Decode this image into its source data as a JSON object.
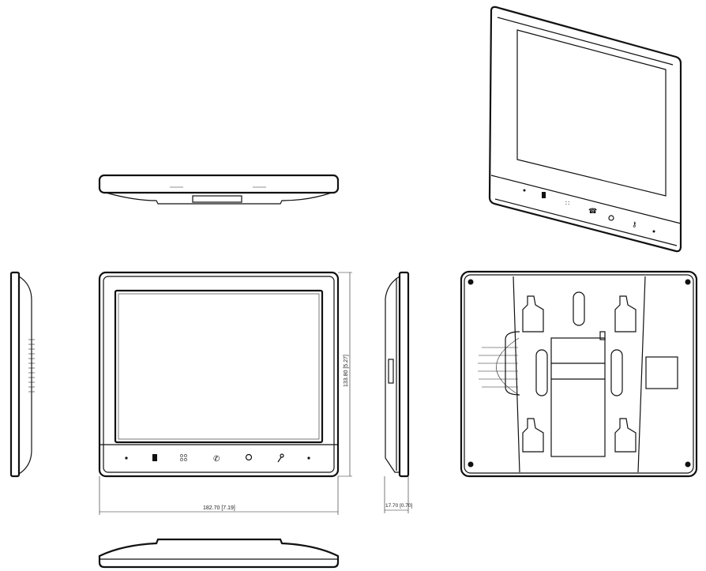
{
  "dimensions": {
    "height_label": "133.80 [5.27]",
    "width_label": "182.70 [7.19]",
    "depth_label": "17.70 [0.70]"
  },
  "views": [
    "perspective",
    "top",
    "front",
    "left-side",
    "right-side",
    "rear",
    "bottom"
  ],
  "front_buttons": [
    "indicator-dot",
    "monitor-icon",
    "menu-icon",
    "call-icon",
    "unlock-icon",
    "key-icon",
    "indicator-dot"
  ]
}
